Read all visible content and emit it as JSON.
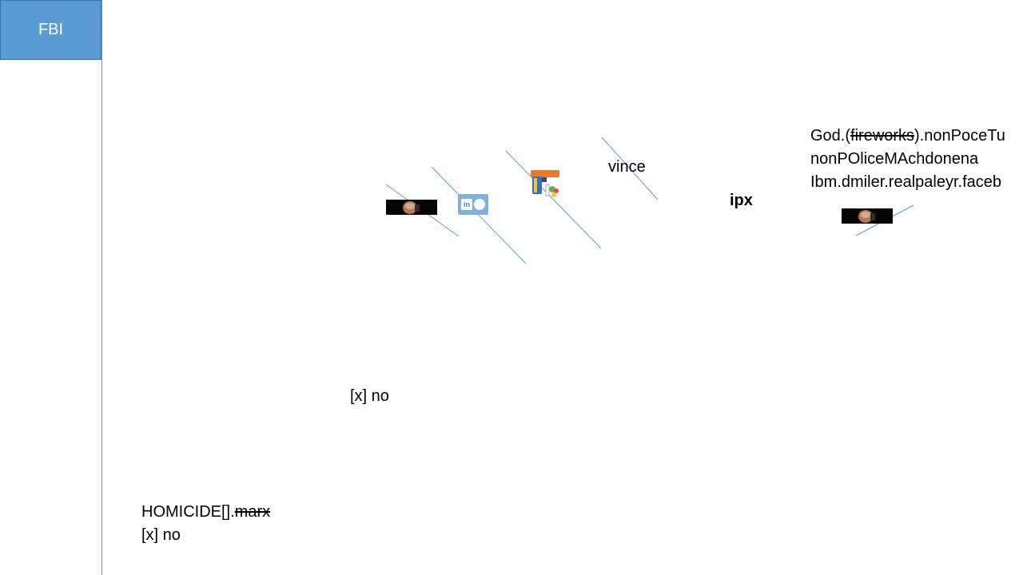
{
  "header": {
    "fbi_label": "FBI"
  },
  "labels": {
    "vince": "vince",
    "ipx": "ipx",
    "x_no_middle": "[x] no",
    "x_no_bottom": "[x] no",
    "homicide_prefix": "HOMICIDE[].",
    "homicide_strike": "marx"
  },
  "god_block": {
    "line1_prefix": "God.(",
    "line1_strike": "fireworks",
    "line1_suffix": ").nonPoceTu",
    "line2": "nonPOliceMAchdonena",
    "line3": "Ibm.dmiler.realpaleyr.faceb"
  },
  "icons": {
    "social": "linkedin-apple-icon",
    "gun": "gun-icon",
    "thumb": "face-thumbnail"
  },
  "colors": {
    "accent": "#5b9bd5",
    "accent_border": "#41719c"
  }
}
